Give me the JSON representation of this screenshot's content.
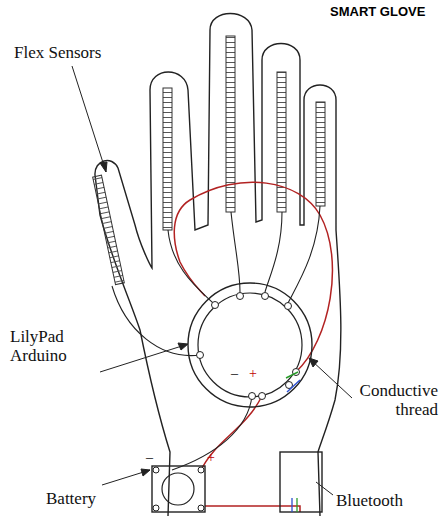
{
  "diagram": {
    "title": "SMART GLOVE",
    "labels": [
      "Flex Sensors",
      "LilyPad Arduino",
      "Conductive thread",
      "–",
      "+",
      "–",
      "+",
      "Battery",
      "Bluetooth"
    ]
  }
}
